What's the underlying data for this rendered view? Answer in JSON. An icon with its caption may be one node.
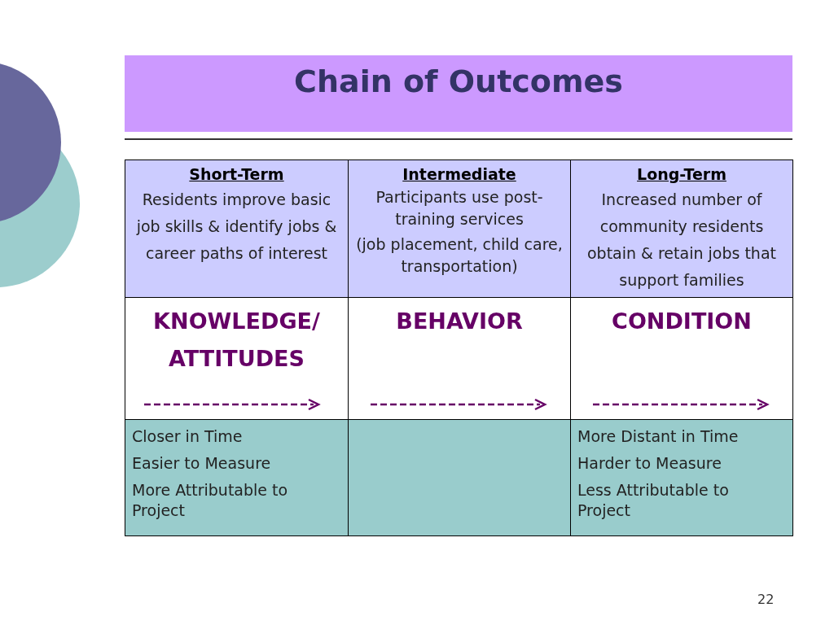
{
  "diagram": {
    "title": "Chain of Outcomes",
    "labels": [
      "Short-Term",
      "Residents improve basic job skills & identify jobs & career paths of interest",
      "Intermediate",
      "Participants use post-training services",
      "(job placement, child care, transportation)",
      "Long-Term",
      "Increased number of community residents obtain & retain jobs that support families",
      "KNOWLEDGE/ ATTITUDES",
      "BEHAVIOR",
      "CONDITION",
      "Closer in Time",
      "Easier to Measure",
      "More Attributable to Project",
      "More Distant in Time",
      "Harder to Measure",
      "Less Attributable to Project",
      "22"
    ]
  }
}
